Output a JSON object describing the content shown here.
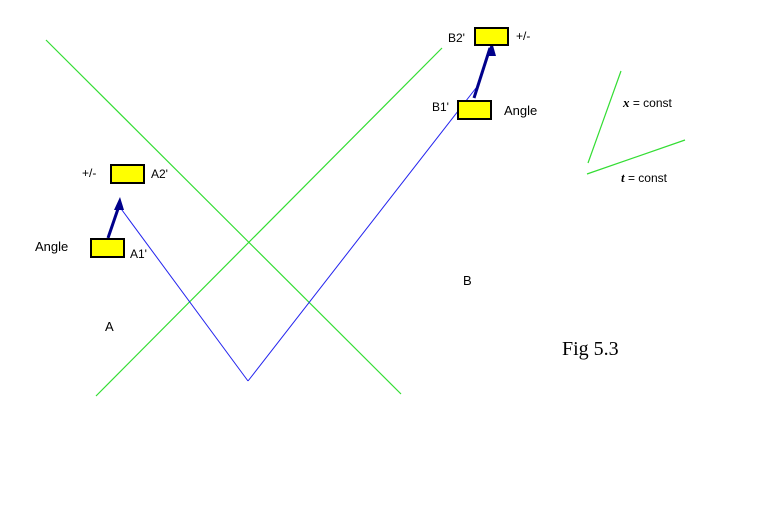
{
  "diagram": {
    "colors": {
      "light_cone": "#33dd33",
      "signal_path": "#2222ee",
      "analyzer_arm": "#00008b",
      "detector_fill": "#ffff00"
    },
    "station_a": {
      "name": "A",
      "label_top_left": "+/-",
      "label_top_right": "A2'",
      "label_bottom_left": "Angle",
      "label_bottom_right": "A1'"
    },
    "station_b": {
      "name": "B",
      "label_top_left": "B2'",
      "label_top_right": "+/-",
      "label_bottom_left": "B1'",
      "label_bottom_right": "Angle"
    },
    "legend": {
      "x_var": "x",
      "x_text": " = const",
      "t_var": "t",
      "t_text": " = const"
    },
    "caption": "Fig 5.3"
  }
}
